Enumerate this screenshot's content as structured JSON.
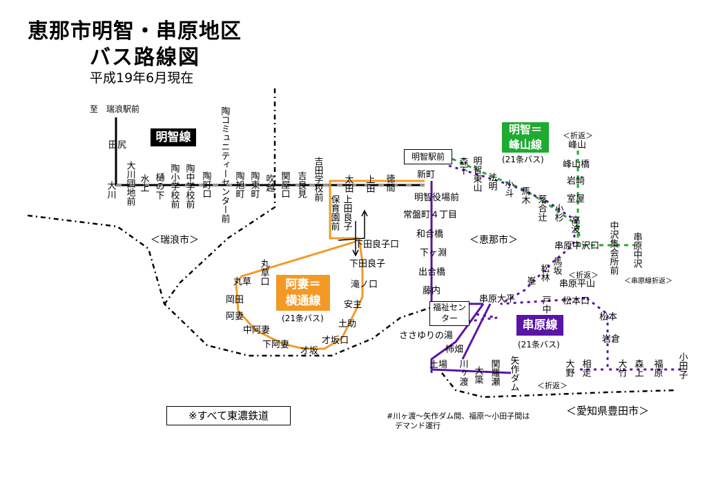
{
  "header": {
    "title1": "恵那市明智・串原地区",
    "title2": "バス路線図",
    "date": "平成19年6月現在"
  },
  "routes": {
    "meichi": {
      "name": "明智線",
      "color": "#000000"
    },
    "agatsuma": {
      "name1": "阿妻＝",
      "name2": "横通線",
      "sub": "(21条バス)",
      "color": "#f39a26"
    },
    "hou": {
      "name1": "明智＝",
      "name2": "峰山線",
      "sub": "(21条バス)",
      "color": "#1faa32"
    },
    "kushi": {
      "name": "串原線",
      "sub": "(21条バス)",
      "color": "#5a14a6"
    }
  },
  "regions": {
    "mizunami": "＜瑞浪市＞",
    "ena": "＜恵那市＞",
    "toyota": "＜愛知県豊田市＞"
  },
  "labels": {
    "to_mizunami": "至　瑞浪駅前",
    "tajiri": "田尻",
    "ookawa": "大川",
    "ookawa_danchi": "大川団地前",
    "mizukami": "水上",
    "hinoshita": "樋の下",
    "toushou": "陶小学校前",
    "touchuu": "陶中学校前",
    "toumachi": "陶町口",
    "toucom": "陶コミュニティーセンター前",
    "touasahi": "陶旭町",
    "touhigashi": "陶東町",
    "fukitoshi": "吹越",
    "sekiya": "関屋口",
    "yoshimi": "吉良見",
    "yoshida_gakko": "吉田学校前",
    "hoikuen": "保育園前",
    "oota": "太田",
    "kamida": "上田",
    "kamida_ryoshi": "上田良子",
    "tokuma": "徳間",
    "shimmachi": "新町",
    "meichi_eki": "明智駅前",
    "yakuba": "明智役場前",
    "tokiwa": "常盤町４丁目",
    "wagou": "和合橋",
    "shimogafuchi": "下ヶ淵",
    "deai": "出合橋",
    "fujiuchi": "藤内",
    "shimoda_ryoshi_kuchi": "下田良子口",
    "shimoda_ryoshi": "下田良子",
    "takinoguchi": "滝ノ口",
    "yasunushi": "安主",
    "dosuke": "土助",
    "osaka_kuchi": "才坂口",
    "osaka": "才坂",
    "shimoagatsuma": "下阿妻",
    "nakaagatsuma": "中阿妻",
    "agatsuma": "阿妻",
    "okada": "岡田",
    "marukusa": "丸草",
    "marukusa_kuchi": "丸草口",
    "mori_shita": "森下",
    "meichi_higashiyama": "明智東山",
    "houmei": "法明",
    "koguto": "小斗",
    "umaki": "馬木",
    "ochiawa_tsuji": "落合辻",
    "kosugi": "小杉",
    "takanami": "高波",
    "turnback": "＜折返＞",
    "mineyama": "峰山",
    "mineyama_bashi": "峰山橋",
    "iwasaki": "岩崎",
    "muroya": "室屋",
    "kushihara_nakazawa_kuchi": "串原中沢口",
    "nakazawa_shuukai": "中沢集会所前",
    "kushihara_nakazawa": "串原中沢",
    "kushihara_turn": "＜串原線折返＞",
    "mabasa": "馬坂",
    "matsubayashi": "松林",
    "mine": "峯",
    "kushihara_hirayama": "串原平山",
    "fukushi_center": "福祉センター",
    "kushihara_ohira": "串原大平",
    "kodo": "戸中",
    "matsumoto_kuchi": "松本口",
    "matsumoto": "松本",
    "iwakura": "岩倉",
    "sasayuri": "ささゆりの湯",
    "kakihata": "柿畑",
    "dojou": "土場",
    "kawagato": "川ヶ渡",
    "ooyana": "大簗",
    "sekinose": "関羅瀬",
    "yahagi_dam": "矢作ダム",
    "ookubo": "大野",
    "aisou": "相走",
    "ootake": "大竹",
    "morikami": "森上",
    "fukuhara": "福原",
    "odako": "小田子"
  },
  "notes": {
    "tono": "※すべて東濃鉄道",
    "demand1": "#川ヶ渡～矢作ダム間、福原～小田子間は",
    "demand2": "デマンド運行"
  }
}
